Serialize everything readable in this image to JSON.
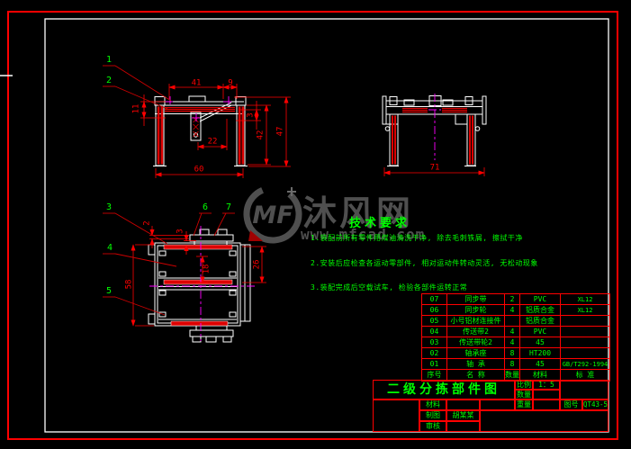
{
  "colors": {
    "line_red": "#ff0000",
    "geometry_white": "#ffffff",
    "annotation_green": "#00ff00",
    "centerline_magenta": "#ff00ff",
    "watermark_gray": "#4f4f4f"
  },
  "watermark": {
    "logo": "MF",
    "site_name": "沐风网",
    "site_url": "www.mfcad.com"
  },
  "tech": {
    "title": "技术要求",
    "items": [
      "1.装配前所有零件用煤油清洗干净, 除去毛刺铁屑, 擦拭干净",
      "2.安装后应检查各运动零部件, 相对运动件转动灵活, 无松动现象",
      "3.装配完成后空载试车, 检验各部件运转正常"
    ]
  },
  "views": {
    "front": {
      "dim_top_span": "41",
      "dim_top_right": "9",
      "dim_left_height": "11",
      "dim_motor_width": "22",
      "dim_base_width": "60",
      "dim_gap": "3",
      "dim_inner_height": "42",
      "dim_total_height": "47",
      "balloons": [
        "1",
        "2"
      ]
    },
    "side": {
      "dim_width": "71"
    },
    "plan": {
      "dim_edge": "2",
      "dim_offset": "3",
      "dim_inner": "18",
      "dim_right": "26",
      "dim_length": "58",
      "balloons": [
        "3",
        "4",
        "5",
        "6",
        "7"
      ]
    }
  },
  "bom": {
    "headers": {
      "no": "序号",
      "name": "名 称",
      "qty": "数量",
      "material": "材料",
      "standard": "标 准"
    },
    "rows": [
      {
        "no": "07",
        "name": "同步带",
        "qty": "2",
        "material": "PVC",
        "standard": "XL12"
      },
      {
        "no": "06",
        "name": "同步轮",
        "qty": "4",
        "material": "铝质合金",
        "standard": "XL12"
      },
      {
        "no": "05",
        "name": "小号铝材连接件",
        "qty": "",
        "material": "铝质合金",
        "standard": ""
      },
      {
        "no": "04",
        "name": "传送带2",
        "qty": "4",
        "material": "PVC",
        "standard": ""
      },
      {
        "no": "03",
        "name": "传送带轮2",
        "qty": "4",
        "material": "45",
        "standard": ""
      },
      {
        "no": "02",
        "name": "轴承座",
        "qty": "8",
        "material": "HT200",
        "standard": ""
      },
      {
        "no": "01",
        "name": "轴 承",
        "qty": "8",
        "material": "45",
        "standard": "GB/T292-1994"
      }
    ]
  },
  "title_block": {
    "drawing_title": "二级分拣部件图",
    "scale_label": "比例",
    "scale_value": "1：5",
    "qty_label": "数量",
    "qty_value": "",
    "weight_label": "重量",
    "weight_value": "",
    "drawing_no_label": "图号",
    "drawing_no_value": "QT43-5",
    "material_label": "材料",
    "material_value": "",
    "draft_label": "制图",
    "draft_name": "胡某某",
    "check_label": "审核",
    "check_value": ""
  }
}
